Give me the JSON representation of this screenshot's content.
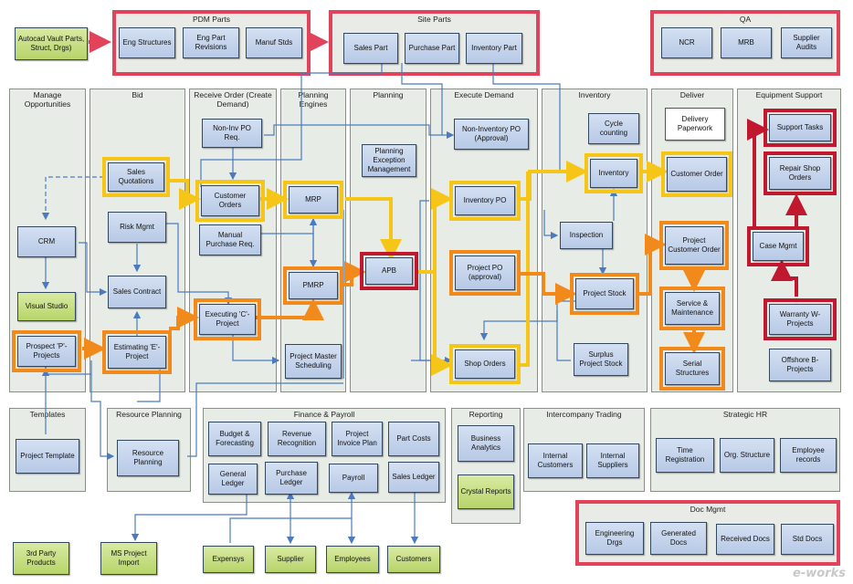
{
  "colors": {
    "lane_bg": "#e8ece6",
    "box_blue": "#c4d4ec",
    "box_green": "#c6de85",
    "yellow": "#f5c518",
    "orange": "#f28a1b",
    "red": "#c0182e",
    "pink": "#e0435a",
    "arrow_blue": "#4a7bc0"
  },
  "frames": {
    "pdm_parts": "PDM Parts",
    "site_parts": "Site Parts",
    "qa": "QA",
    "doc_mgmt": "Doc Mgmt"
  },
  "lanes": {
    "manage_opportunities": "Manage Opportunities",
    "bid": "Bid",
    "receive_order": "Receive Order (Create Demand)",
    "planning_engines": "Planning Engines",
    "planning": "Planning",
    "execute_demand": "Execute Demand",
    "inventory": "Inventory",
    "deliver": "Deliver",
    "equipment_support": "Equipment Support",
    "templates": "Templates",
    "resource_planning": "Resource Planning",
    "finance_payroll": "Finance & Payroll",
    "reporting": "Reporting",
    "intercompany_trading": "Intercompany Trading",
    "strategic_hr": "Strategic HR"
  },
  "boxes": {
    "autocad_vault": "Autocad Vault Parts, Struct, Drgs)",
    "eng_structures": "Eng Structures",
    "eng_part_revisions": "Eng Part Revisions",
    "manuf_stds": "Manuf Stds",
    "sales_part": "Sales Part",
    "purchase_part": "Purchase Part",
    "inventory_part": "Inventory Part",
    "ncr": "NCR",
    "mrb": "MRB",
    "supplier_audits": "Supplier Audits",
    "crm": "CRM",
    "visual_studio": "Visual Studio",
    "prospect_projects": "Prospect 'P'-Projects",
    "sales_quotations": "Sales Quotations",
    "risk_mgmt": "Risk Mgmt",
    "sales_contract": "Sales Contract",
    "estimating_projects": "Estimating 'E'-Project",
    "non_inv_po_req": "Non-Inv PO Req.",
    "customer_orders": "Customer Orders",
    "manual_purchase_req": "Manual Purchase Req.",
    "executing_projects": "Executing 'C'-Project",
    "mrp": "MRP",
    "pmrp": "PMRP",
    "project_master_scheduling": "Project Master Scheduling",
    "planning_exception_mgmt": "Planning Exception Management",
    "apb": "APB",
    "non_inventory_po": "Non-Inventory PO (Approval)",
    "inventory_po": "Inventory PO",
    "project_po": "Project PO (approval)",
    "shop_orders": "Shop Orders",
    "cycle_counting": "Cycle counting",
    "inventory": "Inventory",
    "inspection": "Inspection",
    "project_stock": "Project Stock",
    "surplus_project_stock": "Surplus Project Stock",
    "delivery_paperwork": "Delivery Paperwork",
    "customer_order": "Customer Order",
    "project_customer_order": "Project Customer Order",
    "service_maintenance": "Service & Maintenance",
    "serial_structures": "Serial Structures",
    "support_tasks": "Support Tasks",
    "repair_shop_orders": "Repair Shop Orders",
    "case_mgmt": "Case Mgmt",
    "warranty_projects": "Warranty W-Projects",
    "offshore_projects": "Offshore B-Projects",
    "project_template": "Project Template",
    "resource_planning_box": "Resource Planning",
    "budget_forecasting": "Budget & Forecasting",
    "revenue_recognition": "Revenue Recognition",
    "project_invoice_plan": "Project Invoice Plan",
    "part_costs": "Part Costs",
    "general_ledger": "General Ledger",
    "purchase_ledger": "Purchase Ledger",
    "payroll": "Payroll",
    "sales_ledger": "Sales Ledger",
    "business_analytics": "Business Analytics",
    "crystal_reports": "Crystal Reports",
    "internal_customers": "Internal Customers",
    "internal_suppliers": "Internal Suppliers",
    "time_registration": "Time Registration",
    "org_structure": "Org. Structure",
    "employee_records": "Employee records",
    "engineering_drgs": "Engineering Drgs",
    "generated_docs": "Generated Docs",
    "received_docs": "Received Docs",
    "std_docs": "Std Docs",
    "third_party_products": "3rd Party Products",
    "ms_project_import": "MS Project Import",
    "expensys": "Expensys",
    "supplier": "Supplier",
    "employees": "Employees",
    "customers": "Customers"
  },
  "watermark": "e-works"
}
